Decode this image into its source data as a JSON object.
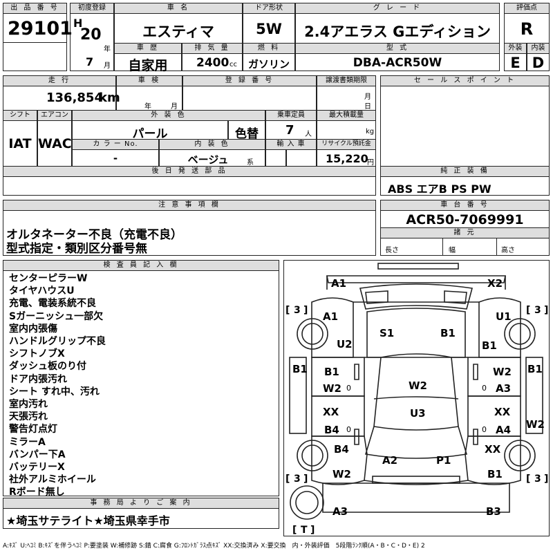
{
  "header": {
    "labels": {
      "lot_no": "出 品 番 号",
      "first_reg": "初度登録",
      "car_name": "車 名",
      "door": "ドア形状",
      "grade": "グ レ ー ド",
      "score": "評価点",
      "history": "車 歴",
      "displacement": "排 気 量",
      "fuel": "燃 料",
      "model_code": "型 式",
      "exterior": "外装",
      "interior": "内装"
    },
    "lot_no": "29101",
    "era": "H",
    "year": "20",
    "year_unit": "年",
    "month": "7",
    "month_unit": "月",
    "car_name": "エスティマ",
    "door": "5W",
    "grade": "2.4アエラス Gエディション",
    "score": "R",
    "history": "自家用",
    "displacement": "2400",
    "displacement_unit": "cc",
    "fuel": "ガソリン",
    "model_code": "DBA-ACR50W",
    "exterior_grade": "E",
    "interior_grade": "D"
  },
  "info": {
    "labels": {
      "mileage": "走 行",
      "inspection": "車 検",
      "registration_no": "登 録 番 号",
      "transfer_deadline": "譲渡書類期限",
      "shift": "シフト",
      "aircon": "エアコン",
      "exterior_color": "外 装 色",
      "capacity": "乗車定員",
      "max_load": "最大積載量",
      "color_code": "カ ラ ー No.",
      "interior_color": "内 装 色",
      "import": "輸 入 車",
      "recycle": "リサイクル預託金",
      "delivery": "後 日 発 送 部 品"
    },
    "mileage": "136,854",
    "mileage_unit": "km",
    "insp_year": "年",
    "insp_month": "月",
    "deadline_month": "月",
    "deadline_day": "日",
    "shift": "IAT",
    "aircon": "WAC",
    "exterior_color": "パール",
    "color_change": "色替",
    "capacity": "7",
    "capacity_unit": "人",
    "max_load_unit": "kg",
    "color_code": "-",
    "interior_color": "ベージュ",
    "interior_suffix": "系",
    "recycle": "15,220",
    "recycle_unit": "円"
  },
  "sales": {
    "label": "セ ー ル ス ポ イ ン ト",
    "equip_label": "純 正 装 備",
    "equipment": "ABS エアB PS PW"
  },
  "caution": {
    "label": "注 意 事 項 欄",
    "lines": [
      "オルタネーター不良（充電不良）",
      "型式指定・類別区分番号無"
    ]
  },
  "chassis": {
    "label": "車 台 番 号",
    "number": "ACR50-7069991",
    "dims_label": "諸 元",
    "length": "長さ",
    "width": "幅",
    "height": "高さ"
  },
  "inspector": {
    "label": "検 査 員 記 入 欄",
    "lines": [
      "センターピラーW",
      "タイヤハウスU",
      "充電、電装系統不良",
      "Sガーニッシュ一部欠",
      "室内内張傷",
      "ハンドルグリップ不良",
      "シフトノブX",
      "ダッシュ板のり付",
      "ドア内張汚れ",
      "シート すれ中、汚れ",
      "室内汚れ",
      "天張汚れ",
      "警告灯点灯",
      "ミラーA",
      "バンパー下A",
      "バッテリーX",
      "社外アルミホイール",
      "Rボード無し"
    ]
  },
  "office": {
    "label": "事 務 局 よ り ご 案 内",
    "text": "★埼玉サテライト★埼玉県幸手市"
  },
  "diagram": {
    "marks": {
      "front_left": "A1",
      "front_right": "X2",
      "fender_left": "A1",
      "fender_right": "U1",
      "pillar_left": "U2",
      "hood": "S1",
      "roof_front": "B1",
      "pillar_right": "B1",
      "side_left": "B1",
      "side_right": "B1",
      "door1_left_a": "B1",
      "door1_left_b": "W2",
      "door1_right_a": "W2",
      "door1_right_b": "A3",
      "roof": "W2",
      "door2_left_a": "XX",
      "door2_left_b": "B4",
      "door2_right_a": "XX",
      "door2_right_b": "A4",
      "center": "U3",
      "rear_side_right": "W2",
      "rear_left_a": "B4",
      "rear_left_b": "W2",
      "rear_right_a": "XX",
      "rear_right_b": "B1",
      "tail_left": "A2",
      "tail_right": "P1",
      "rear_corner_left": "A3",
      "rear_corner_right": "B3",
      "mirror_l": "0",
      "mirror_r": "0",
      "mirror_l2": "0",
      "mirror_r2": "0"
    },
    "tire_marks": {
      "fl": "3",
      "fr": "3",
      "rl": "3",
      "rr": "3",
      "spare": "T"
    }
  },
  "legend": "A:ｷｽﾞ U:ﾍｺﾐ B:ｷｽﾞを伴うﾍｺﾐ P:要塗装 W:補修跡 S:錆 C:腐食 G:ﾌﾛﾝﾄｶﾞﾗｽ点ｷｽﾞ XX:交換済み X:要交換　内・外装評価　5段階ﾗﾝｸ順(A・B・C・D・E) 2"
}
